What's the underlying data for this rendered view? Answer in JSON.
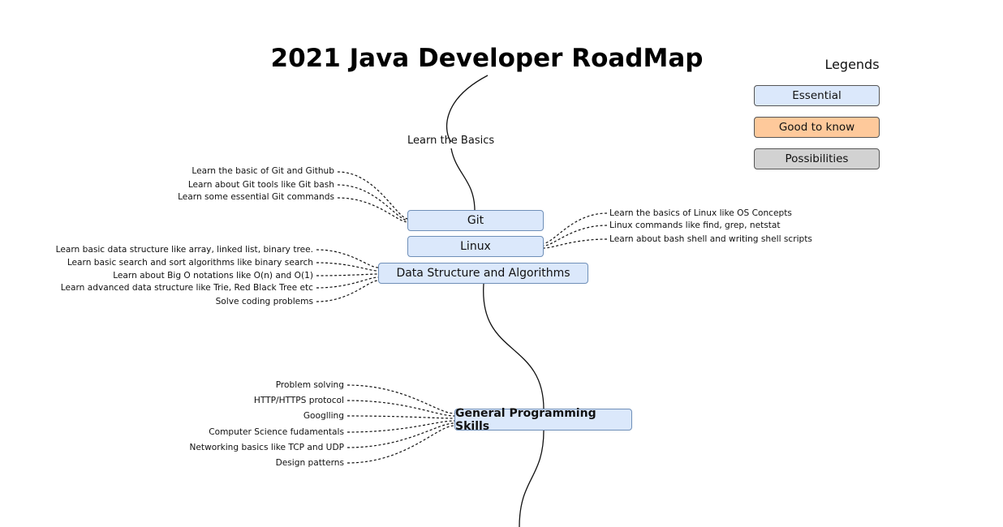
{
  "title": "2021 Java Developer RoadMap",
  "legend": {
    "title": "Legends",
    "items": [
      {
        "label": "Essential",
        "color": "#dbe8fb"
      },
      {
        "label": "Good to know",
        "color": "#fec99b"
      },
      {
        "label": "Possibilities",
        "color": "#d2d2d2"
      }
    ]
  },
  "stage": "Learn the Basics",
  "nodes": {
    "git": "Git",
    "linux": "Linux",
    "dsa": "Data Structure and Algorithms",
    "gps": "General Programming Skills"
  },
  "git_leaves": [
    "Learn the basic of Git and Github",
    "Learn about Git tools like Git bash",
    "Learn some essential Git commands"
  ],
  "linux_leaves": [
    "Learn the basics of Linux like OS Concepts",
    "Linux commands like find, grep, netstat",
    "Learn about bash shell and writing shell scripts"
  ],
  "dsa_leaves": [
    "Learn basic data structure like array, linked list, binary tree.",
    "Learn basic search and sort algorithms like binary search",
    "Learn about Big O notations like O(n) and O(1)",
    "Learn advanced data structure like Trie, Red Black Tree etc",
    "Solve coding problems"
  ],
  "gps_leaves": [
    "Problem solving",
    "HTTP/HTTPS protocol",
    "Googlling",
    "Computer Science fudamentals",
    "Networking basics like TCP and UDP",
    "Design patterns"
  ]
}
